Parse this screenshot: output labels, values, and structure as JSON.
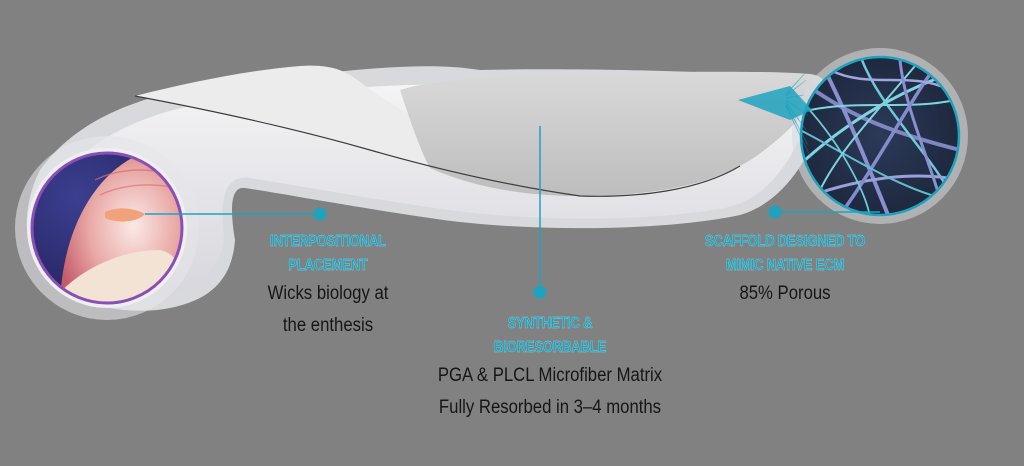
{
  "diagram": {
    "subject": "Scaffold implant product illustration",
    "accent_color": "#1ea3bf",
    "text_color": "#161616",
    "background_color": "#818181",
    "callouts": [
      {
        "id": "interpositional",
        "title_lines": [
          "INTERPOSITIONAL",
          "PLACEMENT"
        ],
        "desc_lines": [
          "Wicks biology at",
          "the enthesis"
        ],
        "linked_image": "tendon-enthesis-inset"
      },
      {
        "id": "synthetic",
        "title_lines": [
          "SYNTHETIC &",
          "BIORESORBABLE"
        ],
        "desc_lines": [
          "PGA & PLCL Microfiber Matrix",
          "Fully Resorbed in 3–4 months"
        ],
        "linked_image": "scaffold-sheet"
      },
      {
        "id": "scaffold",
        "title_lines": [
          "SCAFFOLD DESIGNED TO",
          "MIMIC NATIVE ECM"
        ],
        "desc_lines": [
          "85% Porous"
        ],
        "linked_image": "microfiber-inset"
      }
    ]
  }
}
